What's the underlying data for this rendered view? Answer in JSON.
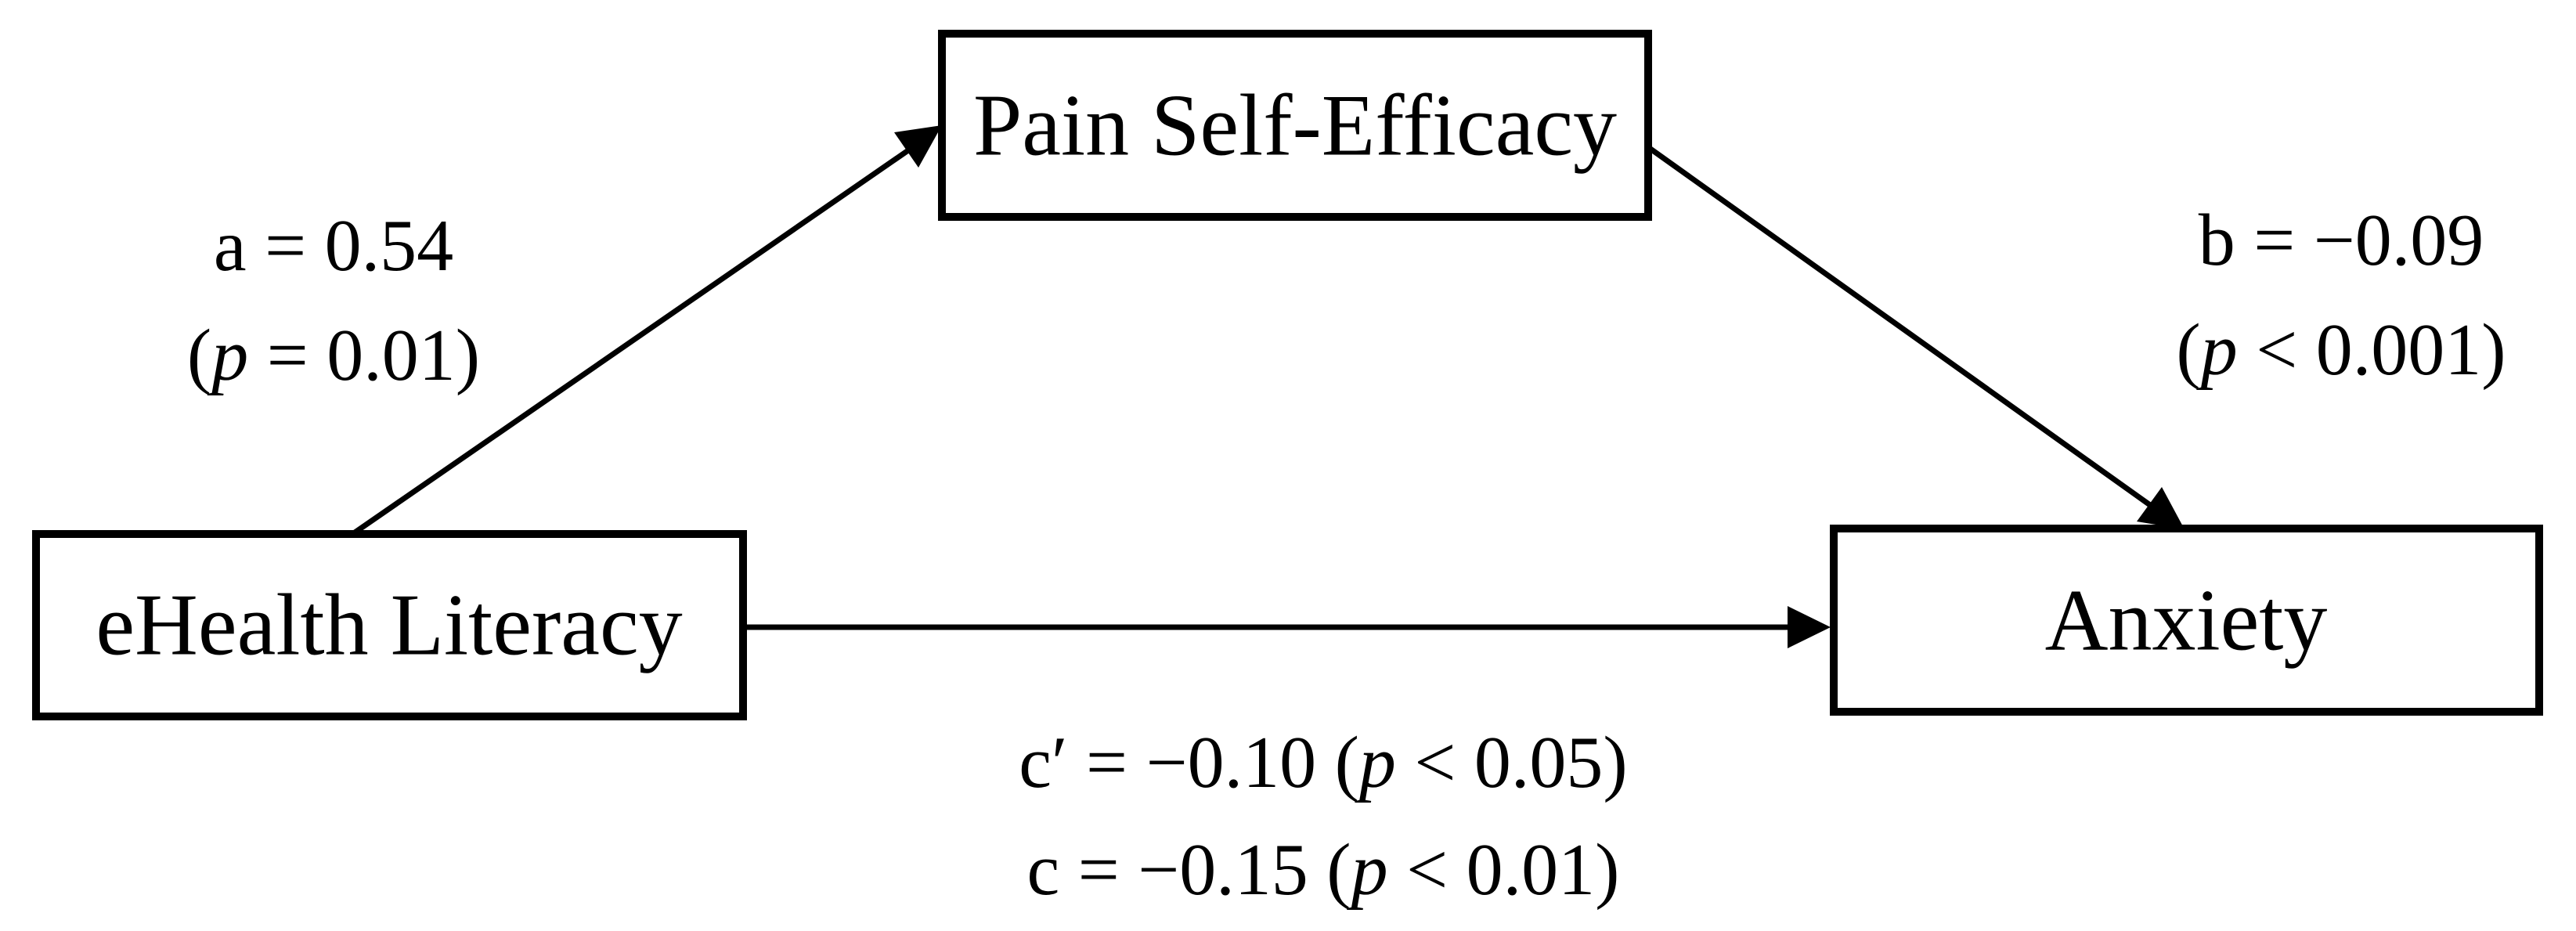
{
  "diagram": {
    "type": "mediation-path-diagram",
    "background_color": "#ffffff",
    "stroke_color": "#000000",
    "boxes": {
      "mediator": {
        "label": "Pain Self-Efficacy"
      },
      "predictor": {
        "label": "eHealth Literacy"
      },
      "outcome": {
        "label": "Anxiety"
      }
    },
    "paths": {
      "a": {
        "coefficient": "a = 0.54",
        "p_open": "(",
        "p_var": "p",
        "p_rest": " = 0.01)"
      },
      "b": {
        "coefficient": "b = −0.09",
        "p_open": "(",
        "p_var": "p",
        "p_rest": " < 0.001)"
      },
      "c_prime": {
        "pre": "c′ = −0.10 (",
        "p_var": "p",
        "post": " < 0.05)"
      },
      "c": {
        "pre": "c = −0.15 (",
        "p_var": "p",
        "post": " < 0.01)"
      }
    }
  }
}
